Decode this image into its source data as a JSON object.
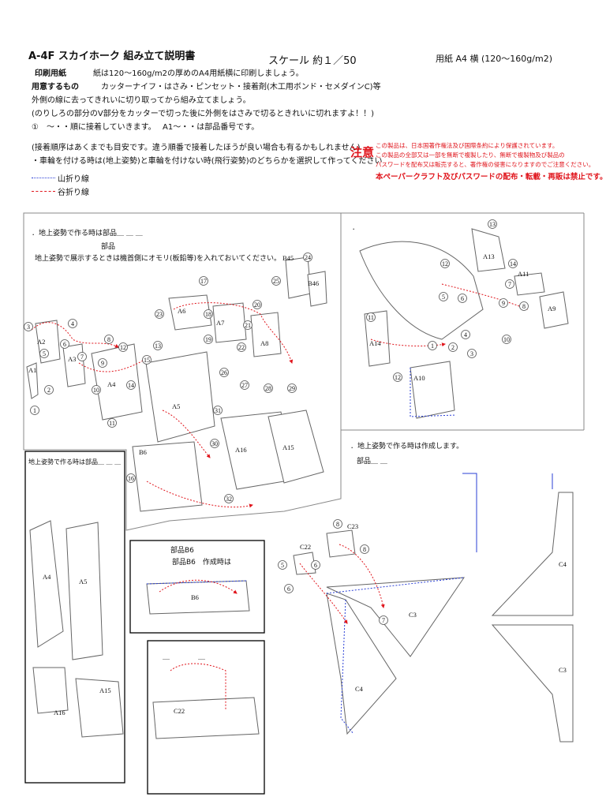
{
  "header": {
    "title": "A-4F スカイホーク 組み立て説明書",
    "scale": "スケール 約１／50",
    "paper": "用紙 A4 横 (120〜160g/m2)",
    "print_label": "印刷用紙",
    "print_text": "紙は120〜160g/m2の厚めのA4用紙横に印刷しましょう。",
    "tools_label": "用意するもの",
    "tools_text": "カッターナイフ・はさみ・ピンセット・接着剤(木工用ボンド・セメダインC)等",
    "line1": "外側の線に去ってきれいに切り取ってから組み立てましょう。",
    "line2": "(のりしろの部分のV部分をカッターで切った後に外側をはさみで切るときれいに切れますよ！！)",
    "line3a": "①　～・・順に接着していきます。",
    "line3b": "A1～・・は部品番号です。",
    "line4": "(接着順序はあくまでも目安です。違う順番で接着したほうが良い場合も有るかもしれません)",
    "line5": "・車輪を付ける時は(地上姿勢)と車輪を付けない時(飛行姿勢)のどちらかを選択して作ってください",
    "legend_mountain": "山折り線",
    "legend_valley": "谷折り線"
  },
  "warning": {
    "head": "注意",
    "l1": "この製品は、日本国著作権法及び国際条約により保護されています。",
    "l2": "この製品の全部又は一部を無断で複製したり、無断で複製物及び製品の",
    "l3": "パスワードを配布又は販売すると、著作権の侵害になりますのでご注意ください。",
    "bold": "本ペーパークラフト及びパスワードの配布・転載・再販は禁止です。"
  },
  "panel_main": {
    "note1": "．地上姿勢で作る時は部品＿ ＿ ＿",
    "note2": "部品",
    "note3": "地上姿勢で展示するときは機首側にオモリ(板鉛等)を入れておいてください。"
  },
  "panel_right_top": {
    "note": "．"
  },
  "panel_wing": {
    "note1": "．地上姿勢で作る時は作成します。",
    "note2": "部品＿ ＿"
  },
  "panel_gear": {
    "note": "地上姿勢で作る時は部品＿ ＿ ＿"
  },
  "panel_b6": {
    "note1": "部品B6",
    "note2": "部品B6　作成時は"
  },
  "panel_c22": {
    "note": "＿　　　　＿"
  },
  "colors": {
    "red": "#e0151c",
    "blue": "#2a3fd6",
    "line": "#555555"
  },
  "parts": {
    "a1": "A1",
    "a2": "A2",
    "a3": "A3",
    "a4": "A4",
    "a5": "A5",
    "a6": "A6",
    "a7": "A7",
    "a8": "A8",
    "a9": "A9",
    "a10": "A10",
    "a11": "A11",
    "a13": "A13",
    "a14": "A14",
    "a15": "A15",
    "a16": "A16",
    "b6": "B6",
    "b45": "B45",
    "b46": "B46",
    "c3": "C3",
    "c4": "C4",
    "c22": "C22",
    "c23": "C23"
  },
  "nums": [
    "1",
    "2",
    "3",
    "4",
    "5",
    "6",
    "7",
    "8",
    "9",
    "10",
    "11",
    "12",
    "13",
    "14",
    "15",
    "16",
    "17",
    "18",
    "19",
    "20",
    "21",
    "22",
    "23",
    "24",
    "25",
    "26",
    "27",
    "28",
    "29",
    "30",
    "31",
    "32"
  ]
}
